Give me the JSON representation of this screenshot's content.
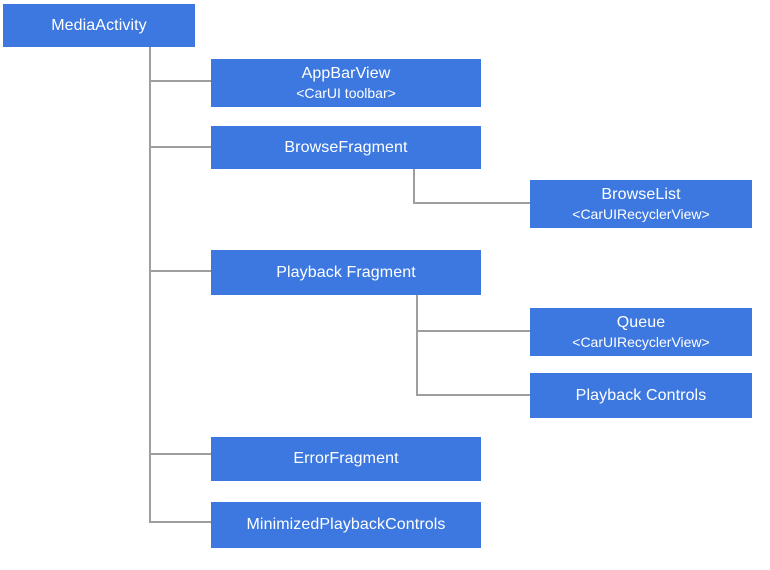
{
  "theme": {
    "background": "#ffffff",
    "node_fill": "#3c78e0",
    "node_text": "#ffffff",
    "connector_color": "#9e9e9e"
  },
  "diagram": {
    "type": "tree-hierarchy",
    "root": "MediaActivity",
    "nodes": [
      {
        "title": "MediaActivity"
      },
      {
        "title": "AppBarView",
        "subtitle": "<CarUI toolbar>"
      },
      {
        "title": "BrowseFragment"
      },
      {
        "title": "BrowseList",
        "subtitle": "<CarUIRecyclerView>"
      },
      {
        "title": "Playback Fragment"
      },
      {
        "title": "Queue",
        "subtitle": "<CarUIRecyclerView>"
      },
      {
        "title": "Playback Controls"
      },
      {
        "title": "ErrorFragment"
      },
      {
        "title": "MinimizedPlaybackControls"
      }
    ],
    "edges": [
      {
        "from": "MediaActivity",
        "to": "AppBarView"
      },
      {
        "from": "MediaActivity",
        "to": "BrowseFragment"
      },
      {
        "from": "BrowseFragment",
        "to": "BrowseList"
      },
      {
        "from": "MediaActivity",
        "to": "Playback Fragment"
      },
      {
        "from": "Playback Fragment",
        "to": "Queue"
      },
      {
        "from": "Playback Fragment",
        "to": "Playback Controls"
      },
      {
        "from": "MediaActivity",
        "to": "ErrorFragment"
      },
      {
        "from": "MediaActivity",
        "to": "MinimizedPlaybackControls"
      }
    ]
  }
}
